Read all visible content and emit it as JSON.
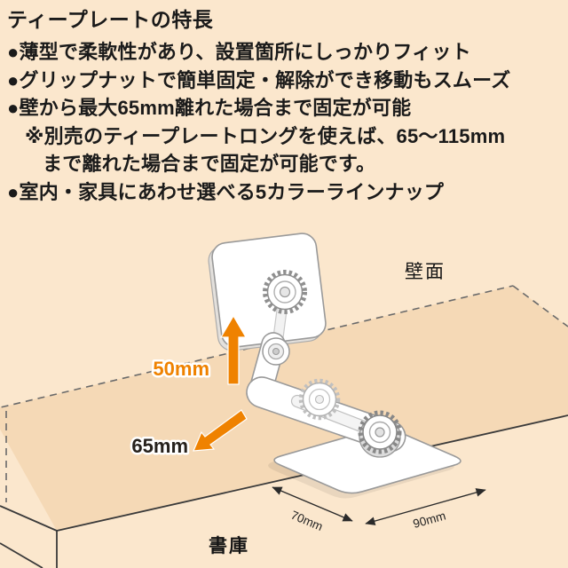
{
  "page": {
    "background_color": "#fbe7cd",
    "surface_color": "#f5d9b6",
    "accent_color": "#ef8200",
    "text_color": "#1a1a1a"
  },
  "header": {
    "title": "ティープレートの特長"
  },
  "features": {
    "lines": [
      "●薄型で柔軟性があり、設置箇所にしっかりフィット",
      "●グリップナットで簡単固定・解除ができ移動もスムーズ",
      "●壁から最大65mm離れた場合まで固定が可能",
      "※別売のティープレートロングを使えば、65〜115mm",
      "まで離れた場合まで固定が可能です。",
      "●室内・家具にあわせ選べる5カラーラインナップ"
    ]
  },
  "diagram": {
    "labels": {
      "wall": "壁面",
      "bookcase": "書庫",
      "height_adjust": "50mm",
      "wall_distance": "65mm",
      "plate_width": "70mm",
      "plate_depth": "90mm"
    }
  }
}
